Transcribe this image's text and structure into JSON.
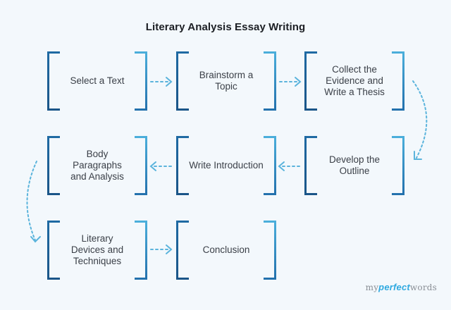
{
  "title": "Literary Analysis Essay Writing",
  "colors": {
    "background": "#f3f8fc",
    "bracket_light": "#4aa8d8",
    "bracket_dark": "#1b5a8f",
    "arrow": "#5bb4dc",
    "text": "#3a3f47",
    "title": "#1c1f24",
    "logo_accent": "#2fa9e0"
  },
  "steps": [
    {
      "id": 1,
      "label": "Select a Text"
    },
    {
      "id": 2,
      "label": "Brainstorm a Topic"
    },
    {
      "id": 3,
      "label": "Collect the Evidence and Write a Thesis"
    },
    {
      "id": 4,
      "label": "Develop the Outline"
    },
    {
      "id": 5,
      "label": "Write Introduction"
    },
    {
      "id": 6,
      "label": "Body Paragraphs and Analysis"
    },
    {
      "id": 7,
      "label": "Literary Devices and Techniques"
    },
    {
      "id": 8,
      "label": "Conclusion"
    }
  ],
  "flow": [
    {
      "from": 1,
      "to": 2,
      "style": "dashed-arrow-right"
    },
    {
      "from": 2,
      "to": 3,
      "style": "dashed-arrow-right"
    },
    {
      "from": 3,
      "to": 4,
      "style": "dashed-curve-down"
    },
    {
      "from": 4,
      "to": 5,
      "style": "dashed-arrow-left"
    },
    {
      "from": 5,
      "to": 6,
      "style": "dashed-arrow-left"
    },
    {
      "from": 6,
      "to": 7,
      "style": "dashed-curve-down"
    },
    {
      "from": 7,
      "to": 8,
      "style": "dashed-arrow-right"
    }
  ],
  "logo": {
    "part1": "my",
    "part2": "perfect",
    "part3": "words"
  }
}
